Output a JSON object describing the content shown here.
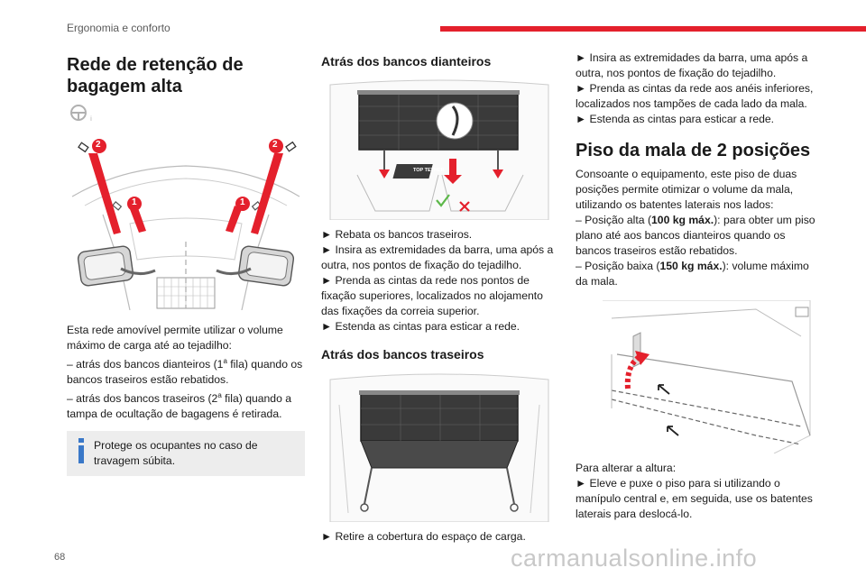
{
  "header": {
    "section": "Ergonomia e conforto"
  },
  "page_number": "68",
  "watermark": "carmanualsonline.info",
  "col1": {
    "title_line1": "Rede de retenção de",
    "title_line2": "bagagem alta",
    "callout_1": "1",
    "callout_2": "2",
    "intro": "Esta rede amovível permite utilizar o volume máximo de carga até ao tejadilho:",
    "item1_a": "– atrás dos bancos dianteiros (1",
    "item1_sup": "a",
    "item1_b": " fila) quando os bancos traseiros estão rebatidos.",
    "item2_a": "– atrás dos bancos traseiros (2",
    "item2_sup": "a",
    "item2_b": " fila) quando a tampa de ocultação de bagagens é retirada.",
    "note": "Protege os ocupantes no caso de travagem súbita."
  },
  "col2": {
    "heading1": "Atrás dos bancos dianteiros",
    "steps1": [
      "► Rebata os bancos traseiros.",
      "► Insira as extremidades da barra, uma após a outra, nos pontos de fixação do tejadilho.",
      "► Prenda as cintas da rede nos pontos de fixação superiores, localizados no alojamento das fixações da correia superior.",
      "► Estenda as cintas para esticar a rede."
    ],
    "label_top_tether": "TOP TETHER",
    "heading2": "Atrás dos bancos traseiros",
    "steps2": [
      "► Retire a cobertura do espaço de carga."
    ]
  },
  "col3": {
    "steps_top": [
      "► Insira as extremidades da barra, uma após a outra, nos pontos de fixação do tejadilho.",
      "► Prenda as cintas da rede aos anéis inferiores, localizados nos tampões de cada lado da mala.",
      "► Estenda as cintas para esticar a rede."
    ],
    "title": "Piso da mala de 2 posições",
    "intro": "Consoante o equipamento, este piso de duas posições permite otimizar o volume da mala, utilizando os batentes laterais nos lados:",
    "pos_high_a": "– Posição alta (",
    "pos_high_b": "100 kg máx.",
    "pos_high_c": "): para obter um piso plano até aos bancos dianteiros quando os bancos traseiros estão rebatidos.",
    "pos_low_a": "– Posição baixa (",
    "pos_low_b": "150 kg máx.",
    "pos_low_c": "): volume máximo da mala.",
    "change_intro": "Para alterar a altura:",
    "change_step": "► Eleve e puxe o piso para si utilizando o manípulo central e, em seguida, use os batentes laterais para deslocá-lo."
  },
  "colors": {
    "accent": "#e4202c",
    "note_bg": "#ededed",
    "info": "#3a78c8"
  }
}
